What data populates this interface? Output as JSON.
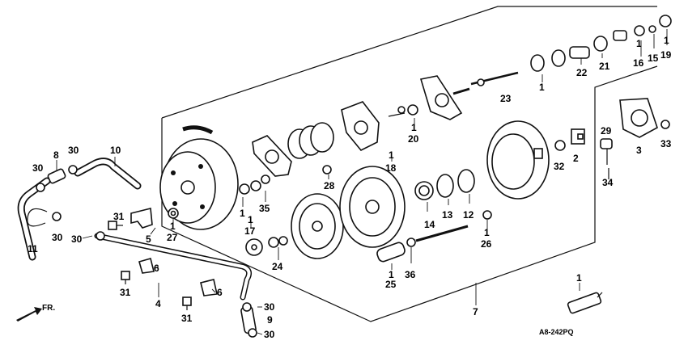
{
  "diagram": {
    "code": "A8-242PQ",
    "direction_label": "FR.",
    "labels": [
      {
        "id": "l1a",
        "text": "1"
      },
      {
        "id": "l16",
        "text": "16"
      },
      {
        "id": "l15",
        "text": "15"
      },
      {
        "id": "l19",
        "text": "19"
      },
      {
        "id": "l1b",
        "text": "1"
      },
      {
        "id": "l21",
        "text": "21"
      },
      {
        "id": "l22",
        "text": "22"
      },
      {
        "id": "l1c",
        "text": "1"
      },
      {
        "id": "l23",
        "text": "23"
      },
      {
        "id": "l1d",
        "text": "1"
      },
      {
        "id": "l20",
        "text": "20"
      },
      {
        "id": "l1e",
        "text": "1"
      },
      {
        "id": "l18",
        "text": "18"
      },
      {
        "id": "l28",
        "text": "28"
      },
      {
        "id": "l29",
        "text": "29"
      },
      {
        "id": "l3",
        "text": "3"
      },
      {
        "id": "l33",
        "text": "33"
      },
      {
        "id": "l32",
        "text": "32"
      },
      {
        "id": "l2",
        "text": "2"
      },
      {
        "id": "l34",
        "text": "34"
      },
      {
        "id": "l8",
        "text": "8"
      },
      {
        "id": "l30a",
        "text": "30"
      },
      {
        "id": "l10",
        "text": "10"
      },
      {
        "id": "l30b",
        "text": "30"
      },
      {
        "id": "l11",
        "text": "11"
      },
      {
        "id": "l30c",
        "text": "30"
      },
      {
        "id": "l31a",
        "text": "31"
      },
      {
        "id": "l30d",
        "text": "30"
      },
      {
        "id": "l5",
        "text": "5"
      },
      {
        "id": "l1f",
        "text": "1"
      },
      {
        "id": "l27",
        "text": "27"
      },
      {
        "id": "l1g",
        "text": "1"
      },
      {
        "id": "l35",
        "text": "35"
      },
      {
        "id": "l1h",
        "text": "1"
      },
      {
        "id": "l17",
        "text": "17"
      },
      {
        "id": "l24",
        "text": "24"
      },
      {
        "id": "l14",
        "text": "14"
      },
      {
        "id": "l13",
        "text": "13"
      },
      {
        "id": "l12",
        "text": "12"
      },
      {
        "id": "l1i",
        "text": "1"
      },
      {
        "id": "l26",
        "text": "26"
      },
      {
        "id": "l6a",
        "text": "6"
      },
      {
        "id": "l31b",
        "text": "31"
      },
      {
        "id": "l4",
        "text": "4"
      },
      {
        "id": "l6b",
        "text": "6"
      },
      {
        "id": "l31c",
        "text": "31"
      },
      {
        "id": "l30e",
        "text": "30"
      },
      {
        "id": "l9",
        "text": "9"
      },
      {
        "id": "l30f",
        "text": "30"
      },
      {
        "id": "l1j",
        "text": "1"
      },
      {
        "id": "l25",
        "text": "25"
      },
      {
        "id": "l36",
        "text": "36"
      },
      {
        "id": "l7",
        "text": "7"
      },
      {
        "id": "l1k",
        "text": "1"
      }
    ]
  }
}
